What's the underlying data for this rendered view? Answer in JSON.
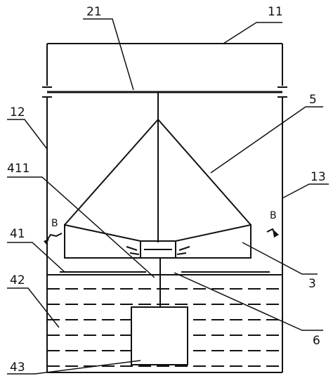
{
  "labels": {
    "l21": "21",
    "l11": "11",
    "l12": "12",
    "l5": "5",
    "l411": "411",
    "l13": "13",
    "lB_left": "B",
    "lB_right": "B",
    "l41": "41",
    "l3": "3",
    "l42": "42",
    "l6": "6",
    "l43": "43"
  },
  "colors": {
    "line": "#111111",
    "background": "#ffffff"
  }
}
